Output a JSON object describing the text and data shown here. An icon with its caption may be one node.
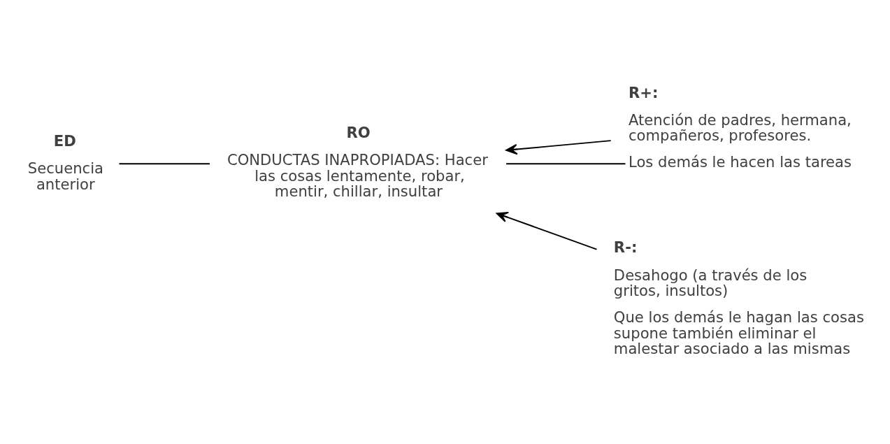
{
  "diagram": {
    "nodes": [
      {
        "text": [
          "ED",
          "Secuencia anterior"
        ]
      },
      {
        "text": [
          "RO",
          "CONDUCTAS INAPROPIADAS: Hacer las cosas lentamente, robar, mentir, chillar, insultar"
        ]
      },
      {
        "text": [
          "R+:",
          "Atención de padres, hermana, compañeros, profesores.",
          "Los demás le hacen las tareas"
        ]
      },
      {
        "text": [
          "R-:",
          "Desahogo (a través de los gritos, insultos)",
          "Que los demás le hagan las cosas supone también eliminar el malestar asociado a las mismas"
        ]
      }
    ],
    "edges": [
      {
        "from": 0,
        "to": 1,
        "arrow": "none"
      },
      {
        "from": 1,
        "to": 2,
        "arrow": "none"
      },
      {
        "from": 2,
        "to": 1,
        "arrow": "to"
      },
      {
        "from": 3,
        "to": 1,
        "arrow": "to"
      }
    ]
  }
}
